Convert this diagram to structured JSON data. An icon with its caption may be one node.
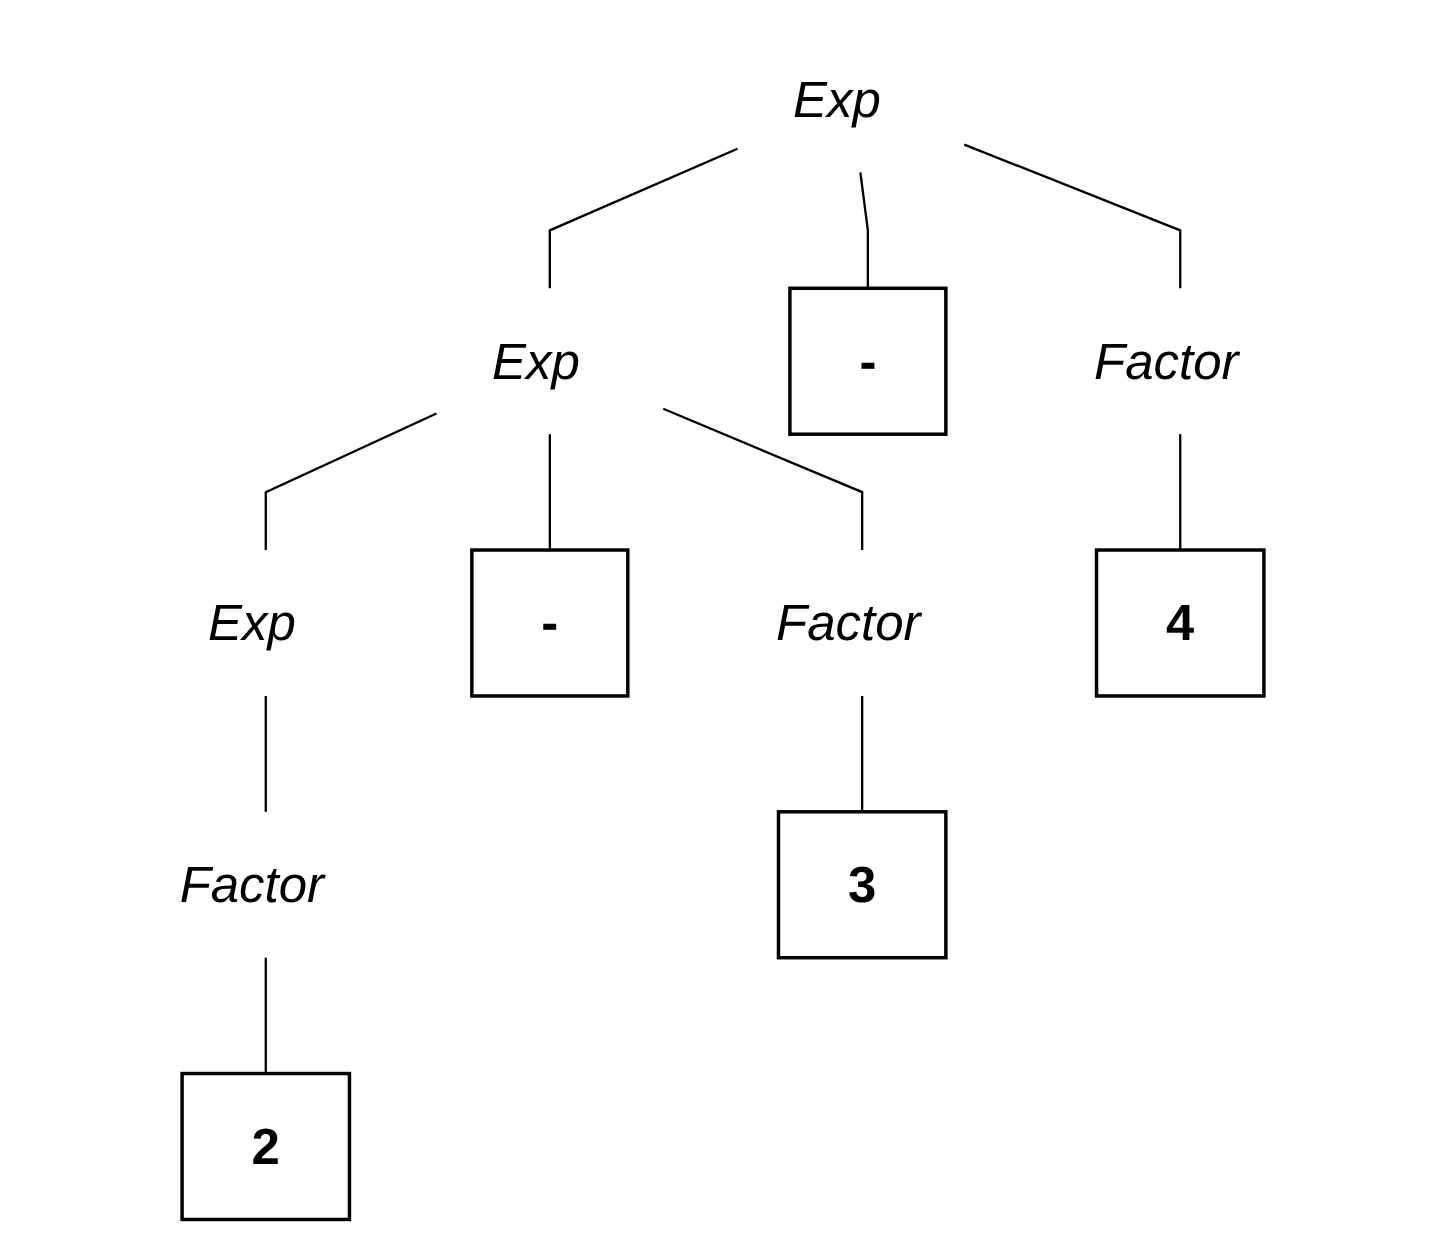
{
  "diagram": {
    "nodes": [
      {
        "text": [
          "Exp"
        ]
      },
      {
        "text": [
          "Exp"
        ]
      },
      {
        "text": [
          "-"
        ]
      },
      {
        "text": [
          "Factor"
        ]
      },
      {
        "text": [
          "Exp"
        ]
      },
      {
        "text": [
          "-"
        ]
      },
      {
        "text": [
          "Factor"
        ]
      },
      {
        "text": [
          "4"
        ]
      },
      {
        "text": [
          "Factor"
        ]
      },
      {
        "text": [
          "3"
        ]
      },
      {
        "text": [
          "2"
        ]
      }
    ],
    "edges": [
      {
        "from": 0,
        "to": 1,
        "arrow": "none"
      },
      {
        "from": 0,
        "to": 2,
        "arrow": "none"
      },
      {
        "from": 0,
        "to": 3,
        "arrow": "none"
      },
      {
        "from": 1,
        "to": 4,
        "arrow": "none"
      },
      {
        "from": 1,
        "to": 5,
        "arrow": "none"
      },
      {
        "from": 1,
        "to": 6,
        "arrow": "none"
      },
      {
        "from": 3,
        "to": 7,
        "arrow": "none"
      },
      {
        "from": 4,
        "to": 8,
        "arrow": "none"
      },
      {
        "from": 6,
        "to": 9,
        "arrow": "none"
      },
      {
        "from": 8,
        "to": 10,
        "arrow": "none"
      }
    ]
  }
}
